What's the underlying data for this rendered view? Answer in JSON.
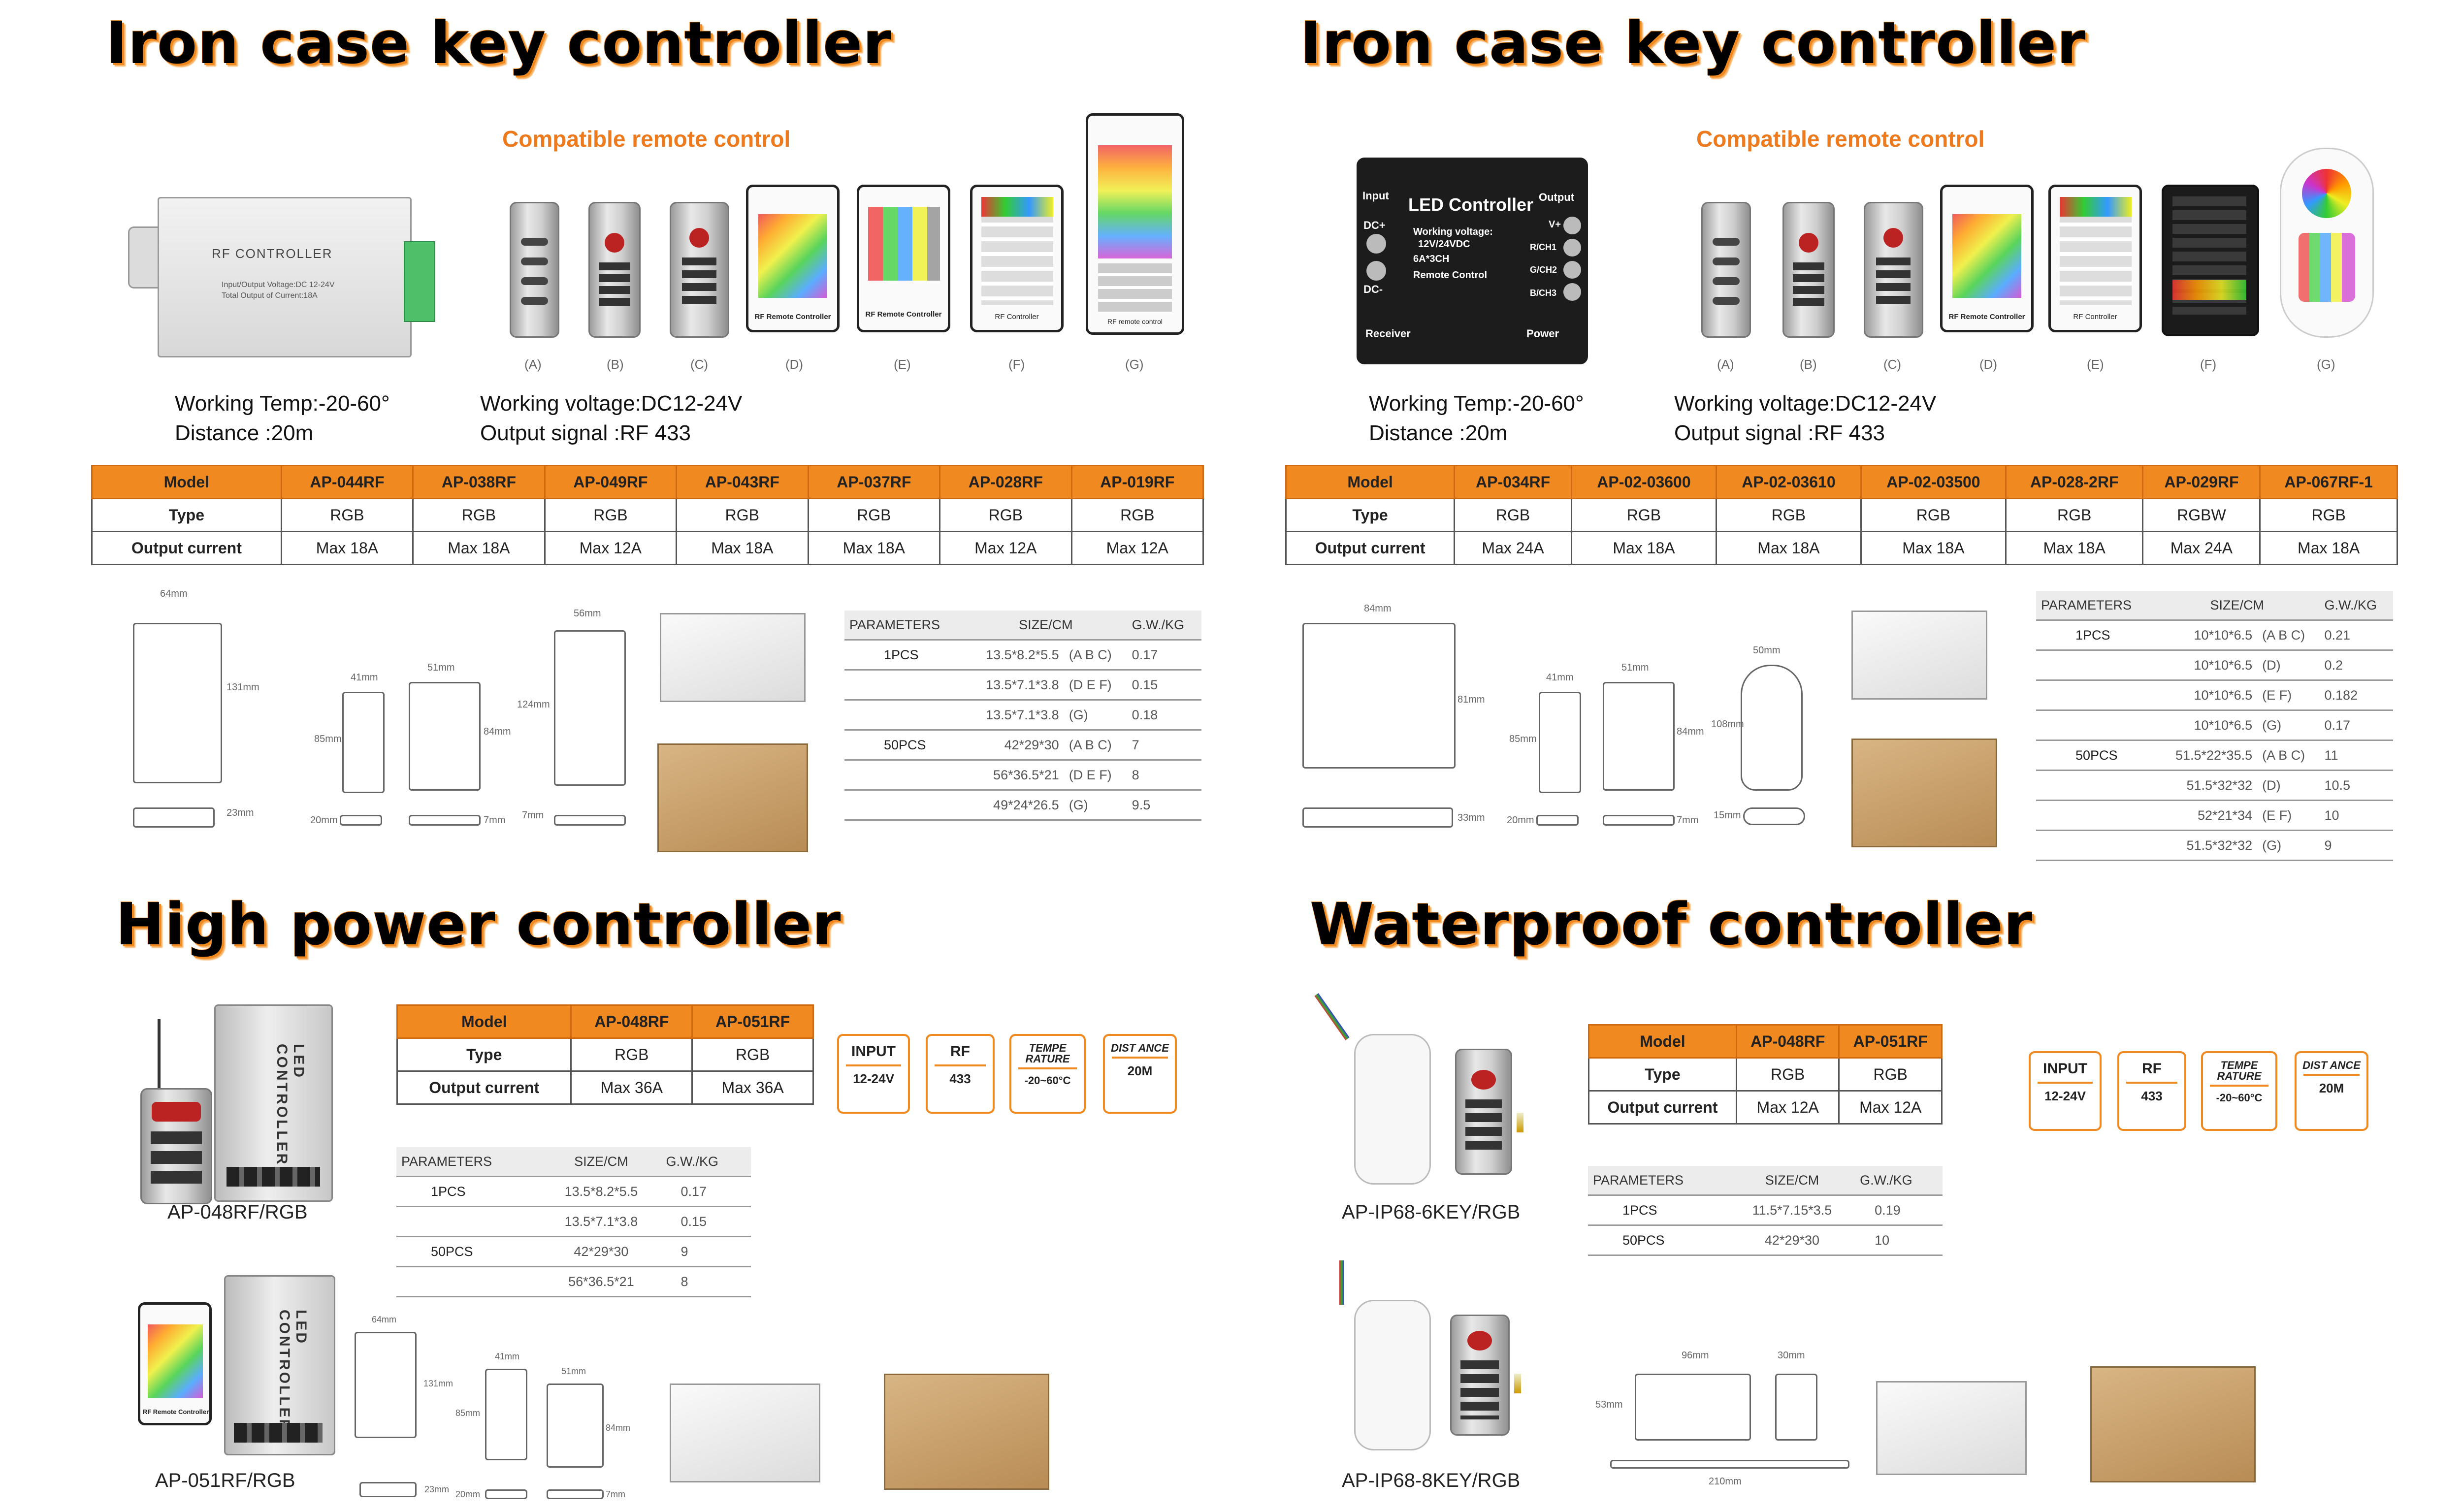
{
  "sections": {
    "iron_left": {
      "title": "Iron case key controller",
      "compatible": "Compatible remote control",
      "device_label": "RF CONTROLLER",
      "device_spec_1": "Input/Output Voltage:DC 12-24V",
      "device_spec_2": "Total Output of Current:18A",
      "remote_letters": [
        "(A)",
        "(B)",
        "(C)",
        "(D)",
        "(E)",
        "(F)",
        "(G)"
      ],
      "remote_texts": [
        "RF Remote Controller",
        "RF Remote Controller",
        "RF Controller",
        "RF remote control"
      ],
      "specs": [
        "Working Temp:-20-60°",
        "Distance :20m",
        "Working voltage:DC12-24V",
        "Output signal :RF 433"
      ],
      "table": {
        "header": [
          "Model",
          "AP-044RF",
          "AP-038RF",
          "AP-049RF",
          "AP-043RF",
          "AP-037RF",
          "AP-028RF",
          "AP-019RF"
        ],
        "type": [
          "Type",
          "RGB",
          "RGB",
          "RGB",
          "RGB",
          "RGB",
          "RGB",
          "RGB"
        ],
        "current": [
          "Output current",
          "Max 18A",
          "Max 18A",
          "Max 12A",
          "Max 18A",
          "Max 18A",
          "Max 12A",
          "Max 12A"
        ]
      },
      "dims": [
        "64mm",
        "131mm",
        "23mm",
        "41mm",
        "51mm",
        "85mm",
        "84mm",
        "20mm",
        "7mm",
        "56mm",
        "124mm",
        "7mm"
      ],
      "params": {
        "header": [
          "PARAMETERS",
          "SIZE/CM",
          "G.W./KG"
        ],
        "rows": [
          [
            "1PCS",
            "13.5*8.2*5.5",
            "(A B C)",
            "0.17"
          ],
          [
            "",
            "13.5*7.1*3.8",
            "(D E F)",
            "0.15"
          ],
          [
            "",
            "13.5*7.1*3.8",
            "(G)",
            "0.18"
          ],
          [
            "50PCS",
            "42*29*30",
            "(A B C)",
            "7"
          ],
          [
            "",
            "56*36.5*21",
            "(D E F)",
            "8"
          ],
          [
            "",
            "49*24*26.5",
            "(G)",
            "9.5"
          ]
        ]
      }
    },
    "iron_right": {
      "title": "Iron case key controller",
      "compatible": "Compatible remote control",
      "device": {
        "input": "Input",
        "output": "Output",
        "name": "LED Controller",
        "l1": "Working voltage:",
        "l2": "12V/24VDC",
        "l3": "6A*3CH",
        "l4": "Remote Control",
        "dcp": "DC+",
        "dcm": "DC-",
        "vp": "V+",
        "r": "R/CH1",
        "g": "G/CH2",
        "b": "B/CH3",
        "rcv": "Receiver",
        "pwr": "Power"
      },
      "remote_letters": [
        "(A)",
        "(B)",
        "(C)",
        "(D)",
        "(E)",
        "(F)",
        "(G)"
      ],
      "remote_texts": [
        "RF Remote Controller",
        "RF Controller"
      ],
      "specs": [
        "Working Temp:-20-60°",
        "Distance :20m",
        "Working voltage:DC12-24V",
        "Output signal :RF 433"
      ],
      "table": {
        "header": [
          "Model",
          "AP-034RF",
          "AP-02-03600",
          "AP-02-03610",
          "AP-02-03500",
          "AP-028-2RF",
          "AP-029RF",
          "AP-067RF-1"
        ],
        "type": [
          "Type",
          "RGB",
          "RGB",
          "RGB",
          "RGB",
          "RGB",
          "RGBW",
          "RGB"
        ],
        "current": [
          "Output current",
          "Max 24A",
          "Max 18A",
          "Max 18A",
          "Max 18A",
          "Max 18A",
          "Max 24A",
          "Max 18A"
        ]
      },
      "dims": [
        "84mm",
        "81mm",
        "33mm",
        "41mm",
        "51mm",
        "85mm",
        "84mm",
        "20mm",
        "7mm",
        "50mm",
        "108mm",
        "15mm"
      ],
      "params": {
        "header": [
          "PARAMETERS",
          "SIZE/CM",
          "G.W./KG"
        ],
        "rows": [
          [
            "1PCS",
            "10*10*6.5",
            "(A B C)",
            "0.21"
          ],
          [
            "",
            "10*10*6.5",
            "(D)",
            "0.2"
          ],
          [
            "",
            "10*10*6.5",
            "(E F)",
            "0.182"
          ],
          [
            "",
            "10*10*6.5",
            "(G)",
            "0.17"
          ],
          [
            "50PCS",
            "51.5*22*35.5",
            "(A B C)",
            "11"
          ],
          [
            "",
            "51.5*32*32",
            "(D)",
            "10.5"
          ],
          [
            "",
            "52*21*34",
            "(E F)",
            "10"
          ],
          [
            "",
            "51.5*32*32",
            "(G)",
            "9"
          ]
        ]
      }
    },
    "high_power": {
      "title": "High power controller",
      "device_name": "LED CONTROLLER",
      "remote_text": "RF Remote Controller",
      "captions": [
        "AP-048RF/RGB",
        "AP-051RF/RGB"
      ],
      "table": {
        "header": [
          "Model",
          "AP-048RF",
          "AP-051RF"
        ],
        "type": [
          "Type",
          "RGB",
          "RGB"
        ],
        "current": [
          "Output current",
          "Max 36A",
          "Max 36A"
        ]
      },
      "icons": [
        {
          "t": "INPUT",
          "v": "12-24V"
        },
        {
          "t": "RF",
          "v": "433"
        },
        {
          "t": "TEMPE RATURE",
          "v": "-20~60°C"
        },
        {
          "t": "DIST ANCE",
          "v": "20M"
        }
      ],
      "params": {
        "header": [
          "PARAMETERS",
          "SIZE/CM",
          "G.W./KG"
        ],
        "rows": [
          [
            "1PCS",
            "13.5*8.2*5.5",
            "0.17"
          ],
          [
            "",
            "13.5*7.1*3.8",
            "0.15"
          ],
          [
            "50PCS",
            "42*29*30",
            "9"
          ],
          [
            "",
            "56*36.5*21",
            "8"
          ]
        ]
      },
      "dims": [
        "64mm",
        "131mm",
        "23mm",
        "41mm",
        "85mm",
        "20mm",
        "51mm",
        "84mm",
        "7mm"
      ]
    },
    "waterproof": {
      "title": "Waterproof controller",
      "captions": [
        "AP-IP68-6KEY/RGB",
        "AP-IP68-8KEY/RGB"
      ],
      "table": {
        "header": [
          "Model",
          "AP-048RF",
          "AP-051RF"
        ],
        "type": [
          "Type",
          "RGB",
          "RGB"
        ],
        "current": [
          "Output current",
          "Max 12A",
          "Max 12A"
        ]
      },
      "icons": [
        {
          "t": "INPUT",
          "v": "12-24V"
        },
        {
          "t": "RF",
          "v": "433"
        },
        {
          "t": "TEMPE RATURE",
          "v": "-20~60°C"
        },
        {
          "t": "DIST ANCE",
          "v": "20M"
        }
      ],
      "params": {
        "header": [
          "PARAMETERS",
          "SIZE/CM",
          "G.W./KG"
        ],
        "rows": [
          [
            "1PCS",
            "11.5*7.15*3.5",
            "0.19"
          ],
          [
            "50PCS",
            "42*29*30",
            "10"
          ]
        ]
      },
      "dims": [
        "96mm",
        "30mm",
        "53mm",
        "210mm"
      ]
    }
  },
  "colors": {
    "accent": "#f08a20",
    "compatible": "#ee7a1e",
    "title": "#000000"
  }
}
